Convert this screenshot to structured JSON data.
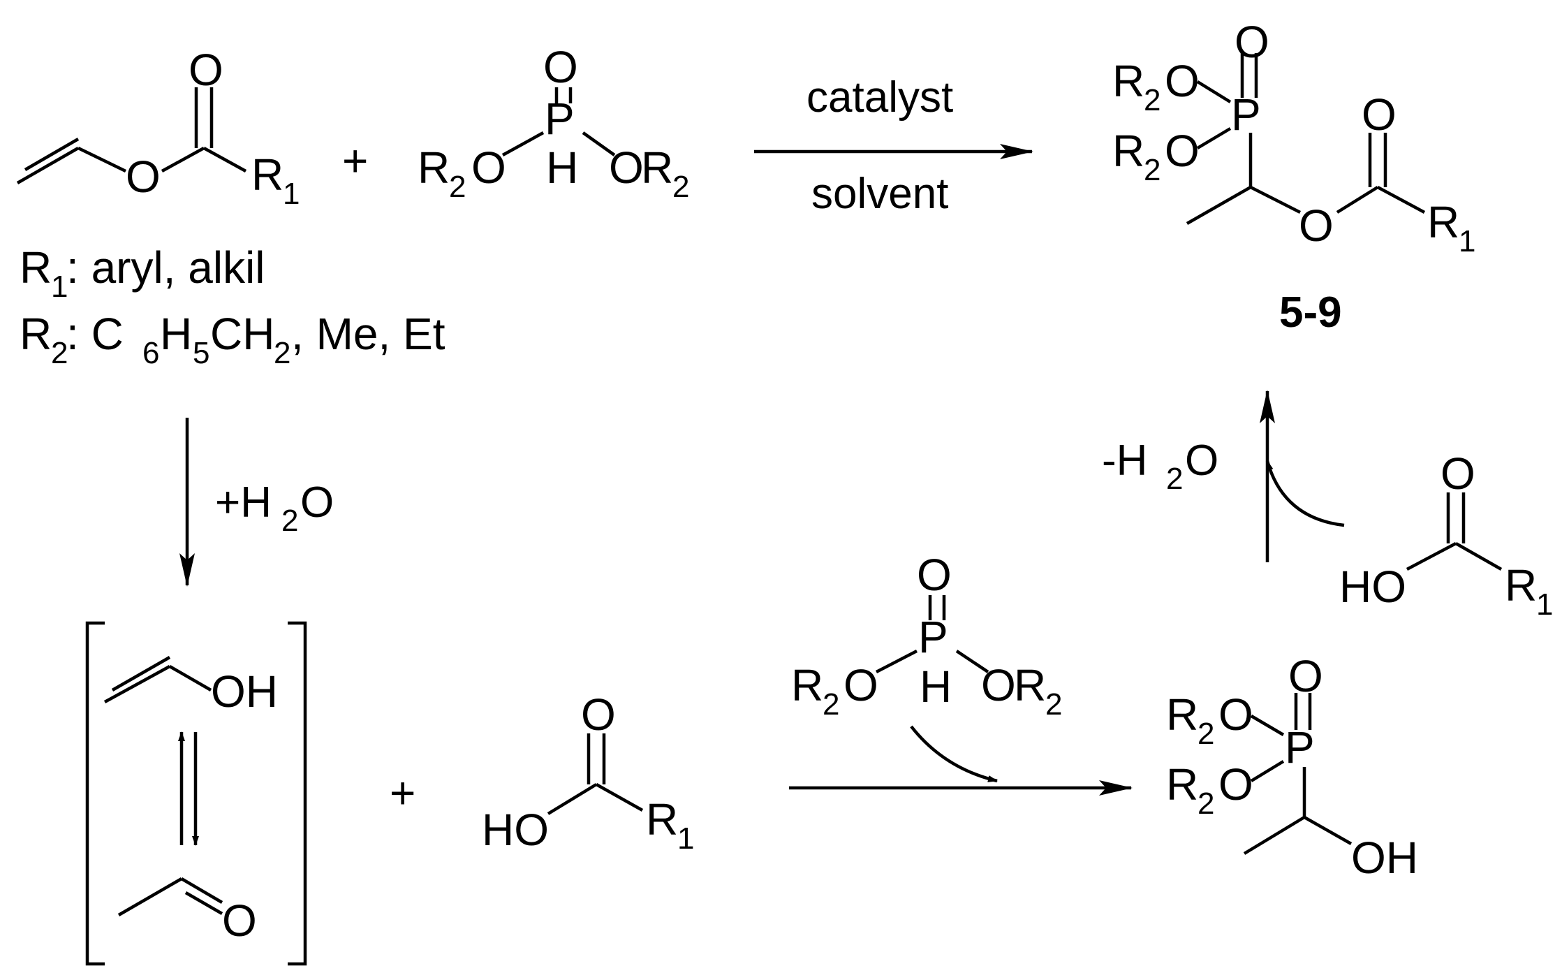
{
  "labels": {
    "oxygen": "O",
    "phosphorus": "P",
    "hydrogen": "H",
    "r1": "R",
    "r2": "R",
    "sub_1": "1",
    "sub_2": "2",
    "sub_5": "5",
    "sub_6": "6",
    "oh": "OH",
    "ho": "HO",
    "plus": "+"
  },
  "conditions": {
    "catalyst": "catalyst",
    "solvent": "solvent",
    "add_water_prefix": "+H",
    "add_water_suffix": "O",
    "minus_water_prefix": "-H",
    "minus_water_suffix": "O"
  },
  "legend": {
    "r1_text": ": aryl, alkil",
    "r2_c": ": C",
    "r2_h": "H",
    "r2_ch": "CH",
    "r2_rest": ", Me, Et"
  },
  "compound_label": "5-9"
}
